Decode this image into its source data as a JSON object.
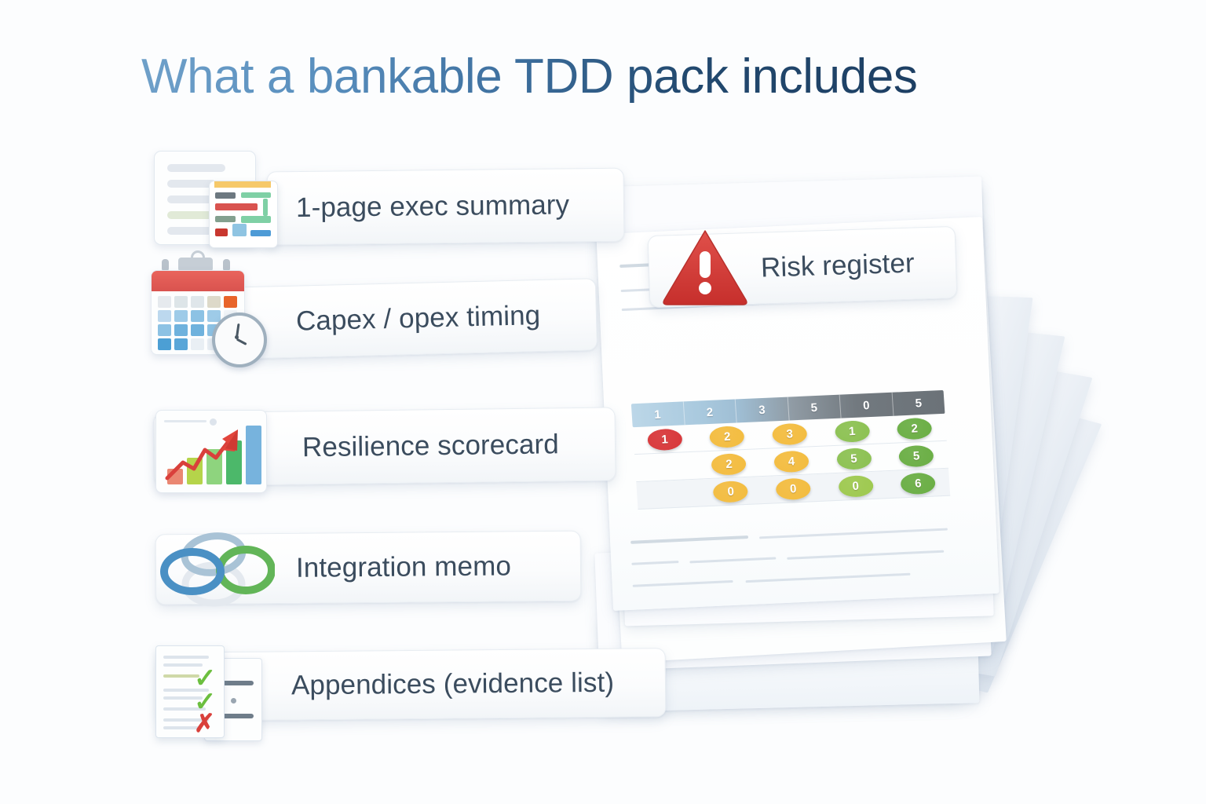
{
  "page": {
    "title": "What a bankable TDD pack includes",
    "background_color": "#fcfdfe",
    "title_gradient_from": "#6fa0c9",
    "title_gradient_to": "#1d3f63",
    "label_text_color": "#3b4c5e"
  },
  "items": [
    {
      "id": "exec-summary",
      "label": "1-page exec summary",
      "icon": "document-report-icon",
      "icon_colors": [
        "#e3e8ee",
        "#f6c96a",
        "#d9534f",
        "#5fbf8a",
        "#4e9bd6"
      ]
    },
    {
      "id": "capex-opex-timing",
      "label": "Capex / opex timing",
      "icon": "calendar-clock-icon",
      "icon_colors": [
        "#d9534f",
        "#77b3dd",
        "#e8642a",
        "#9fb0be"
      ]
    },
    {
      "id": "resilience-scorecard",
      "label": "Resilience scorecard",
      "icon": "bar-chart-growth-icon",
      "icon_colors": [
        "#ea8772",
        "#b5d44a",
        "#8ed47e",
        "#4cb86a",
        "#77b3dd",
        "#d9403b"
      ]
    },
    {
      "id": "integration-memo",
      "label": "Integration memo",
      "icon": "chain-links-icon",
      "icon_colors": [
        "#4a90c4",
        "#a9c3d6",
        "#62b558"
      ]
    },
    {
      "id": "appendices",
      "label": "Appendices (evidence list)",
      "icon": "checklist-document-icon",
      "icon_colors": [
        "#6cbf3f",
        "#d9403b",
        "#6f7d8a"
      ]
    },
    {
      "id": "risk-register",
      "label": "Risk register",
      "icon": "warning-triangle-icon",
      "icon_colors": [
        "#d03a33",
        "#ffffff"
      ]
    }
  ],
  "risk_matrix": {
    "name": "risk-heat-matrix",
    "header": [
      "1",
      "2",
      "3",
      "5",
      "0",
      "5"
    ],
    "rows": [
      [
        {
          "value": "1",
          "color": "#d8373a"
        },
        {
          "value": "2",
          "color": "#f3bc3f"
        },
        {
          "value": "3",
          "color": "#f3bc3f"
        },
        {
          "value": "1",
          "color": "#8cc152"
        },
        {
          "value": "2",
          "color": "#6aae44"
        }
      ],
      [
        {
          "value": "",
          "color": "transparent"
        },
        {
          "value": "2",
          "color": "#f3bc3f"
        },
        {
          "value": "4",
          "color": "#f3bc3f"
        },
        {
          "value": "5",
          "color": "#8cc152"
        },
        {
          "value": "5",
          "color": "#6aae44"
        }
      ],
      [
        {
          "value": "",
          "color": "transparent"
        },
        {
          "value": "0",
          "color": "#f3bc3f"
        },
        {
          "value": "0",
          "color": "#f3bc3f"
        },
        {
          "value": "0",
          "color": "#9ec94f"
        },
        {
          "value": "6",
          "color": "#6aae44"
        }
      ]
    ]
  },
  "document_stack": {
    "name": "paper-document-stack",
    "sheet_count": 9
  },
  "chart_data": {
    "type": "bar",
    "title": "Resilience scorecard icon bars",
    "categories": [
      "1",
      "2",
      "3",
      "4",
      "5"
    ],
    "values": [
      26,
      44,
      58,
      72,
      96
    ],
    "colors": [
      "#ea8772",
      "#b5d44a",
      "#8ed47e",
      "#4cb86a",
      "#77b3dd"
    ],
    "xlabel": "",
    "ylabel": "",
    "ylim": [
      0,
      100
    ],
    "trend": "rising-arrow"
  }
}
